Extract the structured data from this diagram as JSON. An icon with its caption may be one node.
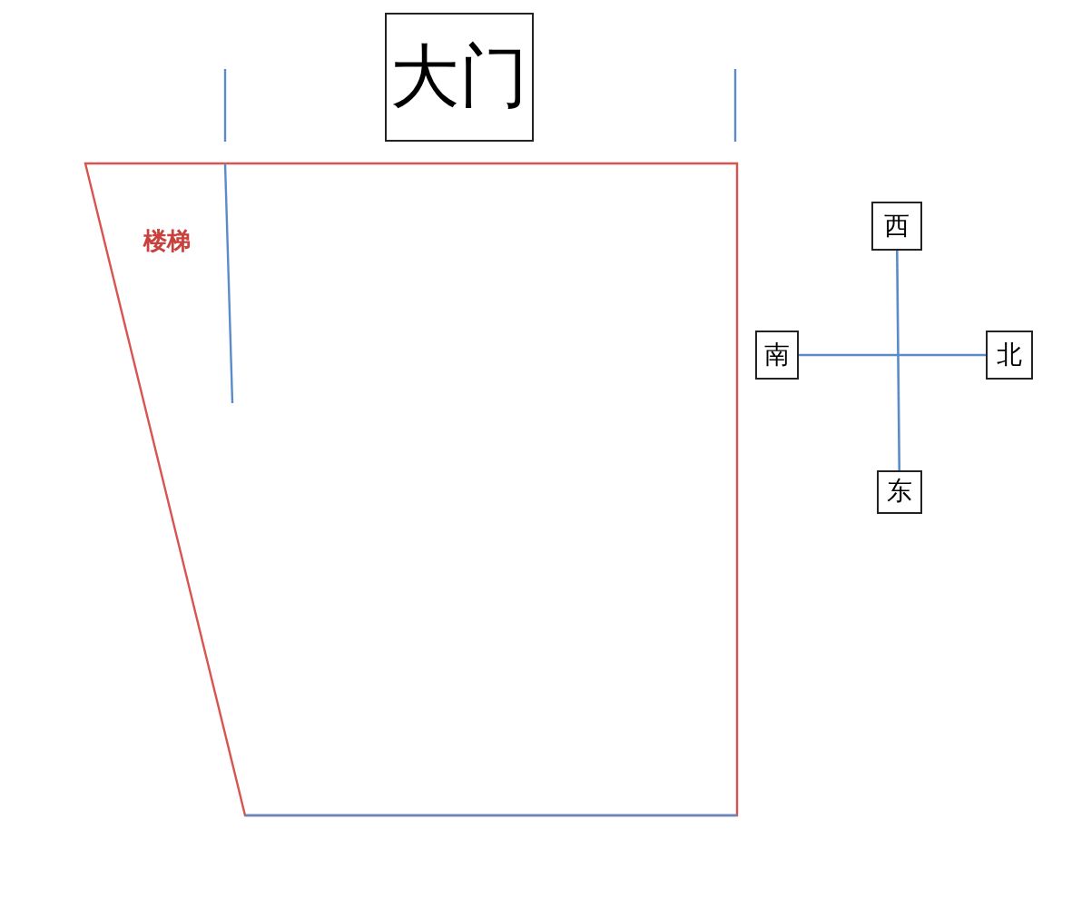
{
  "diagram": {
    "nodes": [
      {
        "text": [
          "大门"
        ]
      },
      {
        "text": [
          "西"
        ]
      },
      {
        "text": [
          "南"
        ]
      },
      {
        "text": [
          "北"
        ]
      },
      {
        "text": [
          "东"
        ]
      }
    ],
    "edges": [
      {
        "from": 1,
        "to": 4,
        "arrow": "none"
      },
      {
        "from": 2,
        "to": 3,
        "arrow": "none"
      }
    ],
    "labels": [
      "楼梯"
    ]
  }
}
